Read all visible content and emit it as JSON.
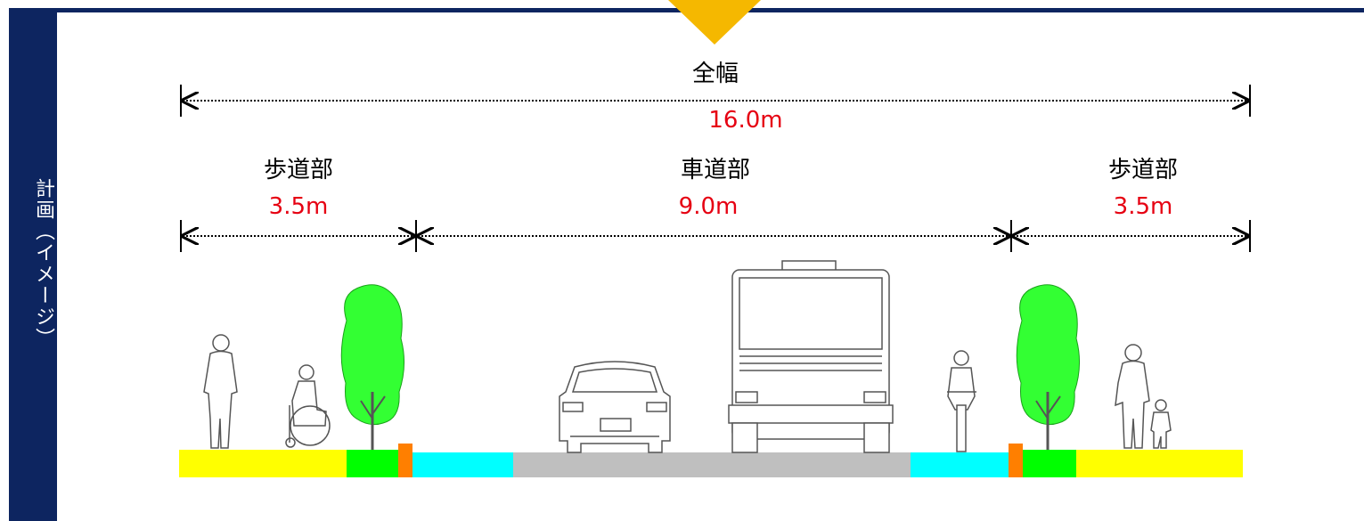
{
  "sidebar": {
    "label": "計画（イメージ）"
  },
  "total": {
    "label": "全幅",
    "value": "16.0m"
  },
  "sections": [
    {
      "label": "歩道部",
      "value": "3.5m"
    },
    {
      "label": "車道部",
      "value": "9.0m"
    },
    {
      "label": "歩道部",
      "value": "3.5m"
    }
  ],
  "colors": {
    "navy": "#0d2560",
    "accent": "#f5b800",
    "value_text": "#e60012",
    "sidewalk": "#ffff00",
    "planting": "#00ff00",
    "curb": "#ff7f00",
    "bike_lane": "#00ffff",
    "roadway": "#bfbfbf",
    "tree": "#33ff33"
  }
}
